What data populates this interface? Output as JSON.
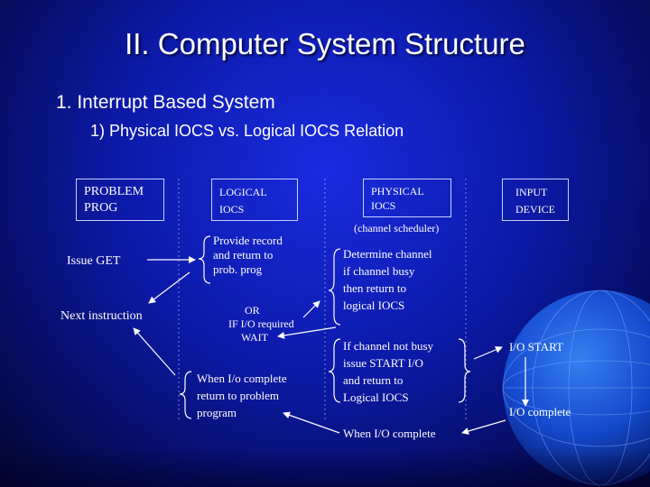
{
  "slide": {
    "title": "II. Computer System Structure",
    "heading1": "1. Interrupt Based System",
    "heading2": "1) Physical IOCS vs. Logical IOCS Relation"
  },
  "boxes": {
    "problem": [
      "PROBLEM",
      "PROG"
    ],
    "logical": [
      "LOGICAL",
      "IOCS"
    ],
    "physical": [
      "PHYSICAL",
      "IOCS"
    ],
    "input": [
      "INPUT",
      "DEVICE"
    ]
  },
  "labels": {
    "channel_scheduler": "(channel scheduler)",
    "issue_get": "Issue GET",
    "next_instruction": "Next instruction",
    "provide_record": [
      "Provide record",
      "and return to",
      "prob. prog"
    ],
    "or_block": [
      "OR",
      "IF I/O required",
      "WAIT"
    ],
    "determine_channel": [
      "Determine channel",
      "if channel busy",
      "then return to",
      "logical IOCS"
    ],
    "channel_not_busy": [
      "If channel not busy",
      "issue START I/O",
      "and return to",
      "Logical IOCS"
    ],
    "io_complete_block": [
      "When I/o complete",
      "return to problem",
      "program"
    ],
    "io_start": "I/O START",
    "io_complete_device": "I/O complete",
    "when_io_complete": "When I/O complete"
  },
  "colors": {
    "background": "#0c1aa8",
    "text": "#ffffff",
    "box_border": "#c8d0ff",
    "globe": "#1b6cf2"
  }
}
